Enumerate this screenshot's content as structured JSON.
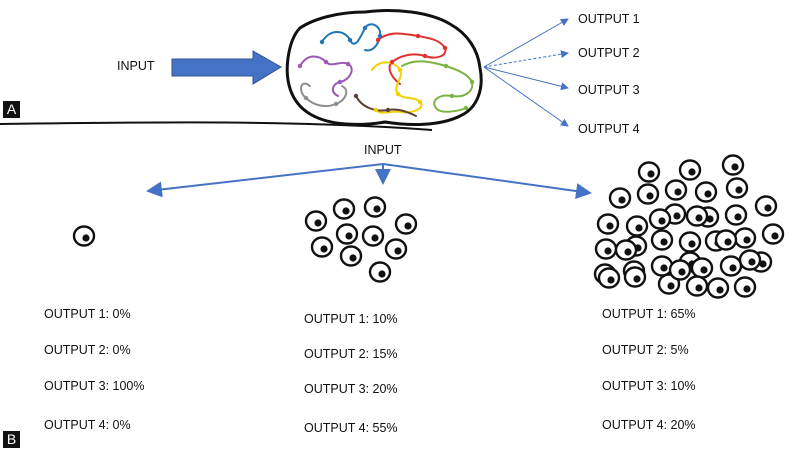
{
  "panel_a": {
    "tag": "A",
    "input_label": "INPUT",
    "outputs": [
      "OUTPUT 1",
      "OUTPUT 2",
      "OUTPUT 3",
      "OUTPUT 4"
    ]
  },
  "panel_b": {
    "tag": "B",
    "input_label": "INPUT",
    "columns": [
      {
        "cell_count": 1,
        "stats": [
          "OUTPUT 1: 0%",
          "OUTPUT 2: 0%",
          "OUTPUT 3: 100%",
          "OUTPUT 4: 0%"
        ]
      },
      {
        "cell_count": 10,
        "stats": [
          "OUTPUT 1: 10%",
          "OUTPUT 2: 15%",
          "OUTPUT 3: 20%",
          "OUTPUT 4: 55%"
        ]
      },
      {
        "cell_count": 40,
        "stats": [
          "OUTPUT 1: 65%",
          "OUTPUT 2: 5%",
          "OUTPUT 3: 10%",
          "OUTPUT 4: 20%"
        ]
      }
    ]
  },
  "colors": {
    "arrow": "#4472c4",
    "brain_outline": "#111111",
    "pathways": [
      "#1f77b4",
      "#9b59b6",
      "#e03131",
      "#8e8e8e",
      "#f5d000",
      "#7cb342",
      "#5d4037"
    ]
  }
}
